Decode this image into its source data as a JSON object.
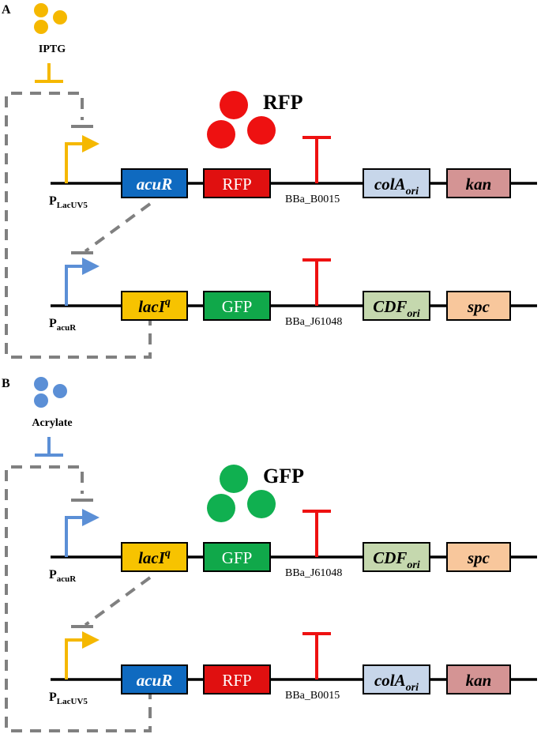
{
  "panels": [
    {
      "label": "A",
      "inducer": {
        "name": "IPTG",
        "color": "#f5b800"
      },
      "product": {
        "name": "RFP",
        "color": "#ee1111"
      },
      "circuits": [
        {
          "promoter": {
            "main": "P",
            "sub": "LacUV5",
            "color": "#f5b800"
          },
          "genes": [
            {
              "text": "acuR",
              "sup": "",
              "sub": "",
              "italic": true,
              "fill": "#0f6ac0",
              "textColor": "#ffffff"
            },
            {
              "text": "RFP",
              "sup": "",
              "sub": "",
              "italic": false,
              "fill": "#e01010",
              "textColor": "#ffffff"
            },
            {
              "text": "colA",
              "sup": "",
              "sub": "ori",
              "italic": true,
              "fill": "#c7d6ea",
              "textColor": "#000000"
            },
            {
              "text": "kan",
              "sup": "",
              "sub": "",
              "italic": true,
              "fill": "#d49494",
              "textColor": "#000000"
            }
          ],
          "terminator": "BBa_B0015"
        },
        {
          "promoter": {
            "main": "P",
            "sub": "acuR",
            "color": "#5b8fd6"
          },
          "genes": [
            {
              "text": "lacI",
              "sup": "q",
              "sub": "",
              "italic": true,
              "fill": "#f7c300",
              "textColor": "#000000"
            },
            {
              "text": "GFP",
              "sup": "",
              "sub": "",
              "italic": false,
              "fill": "#10a84a",
              "textColor": "#ffffff"
            },
            {
              "text": "CDF",
              "sup": "",
              "sub": "ori",
              "italic": true,
              "fill": "#c5d8ae",
              "textColor": "#000000"
            },
            {
              "text": "spc",
              "sup": "",
              "sub": "",
              "italic": true,
              "fill": "#f8c79c",
              "textColor": "#000000"
            }
          ],
          "terminator": "BBa_J61048"
        }
      ]
    },
    {
      "label": "B",
      "inducer": {
        "name": "Acrylate",
        "color": "#5b8fd6"
      },
      "product": {
        "name": "GFP",
        "color": "#10b050"
      },
      "circuits": [
        {
          "promoter": {
            "main": "P",
            "sub": "acuR",
            "color": "#5b8fd6"
          },
          "genes": [
            {
              "text": "lacI",
              "sup": "q",
              "sub": "",
              "italic": true,
              "fill": "#f7c300",
              "textColor": "#000000"
            },
            {
              "text": "GFP",
              "sup": "",
              "sub": "",
              "italic": false,
              "fill": "#10a84a",
              "textColor": "#ffffff"
            },
            {
              "text": "CDF",
              "sup": "",
              "sub": "ori",
              "italic": true,
              "fill": "#c5d8ae",
              "textColor": "#000000"
            },
            {
              "text": "spc",
              "sup": "",
              "sub": "",
              "italic": true,
              "fill": "#f8c79c",
              "textColor": "#000000"
            }
          ],
          "terminator": "BBa_J61048"
        },
        {
          "promoter": {
            "main": "P",
            "sub": "LacUV5",
            "color": "#f5b800"
          },
          "genes": [
            {
              "text": "acuR",
              "sup": "",
              "sub": "",
              "italic": true,
              "fill": "#0f6ac0",
              "textColor": "#ffffff"
            },
            {
              "text": "RFP",
              "sup": "",
              "sub": "",
              "italic": false,
              "fill": "#e01010",
              "textColor": "#ffffff"
            },
            {
              "text": "colA",
              "sup": "",
              "sub": "ori",
              "italic": true,
              "fill": "#c7d6ea",
              "textColor": "#000000"
            },
            {
              "text": "kan",
              "sup": "",
              "sub": "",
              "italic": true,
              "fill": "#d49494",
              "textColor": "#000000"
            }
          ],
          "terminator": "BBa_B0015"
        }
      ]
    }
  ],
  "colors": {
    "dna_line": "#000000",
    "regulation_dash": "#808080",
    "terminator": "#ee1111"
  }
}
